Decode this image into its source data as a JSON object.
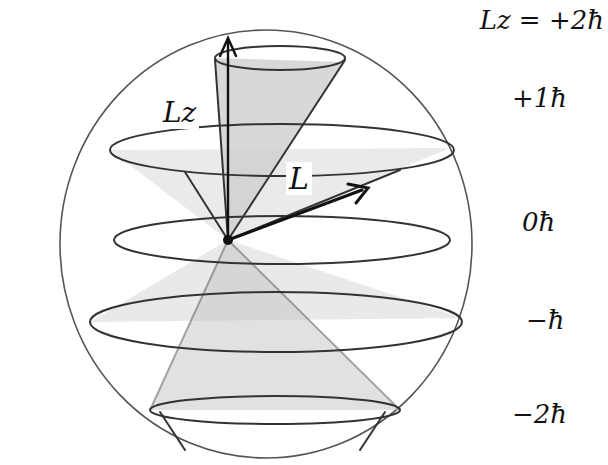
{
  "diagram": {
    "labels": [
      "Lz = +2ħ",
      "+1ħ",
      "0ħ",
      "−ħ",
      "−2ħ",
      "Lz",
      "L"
    ]
  }
}
